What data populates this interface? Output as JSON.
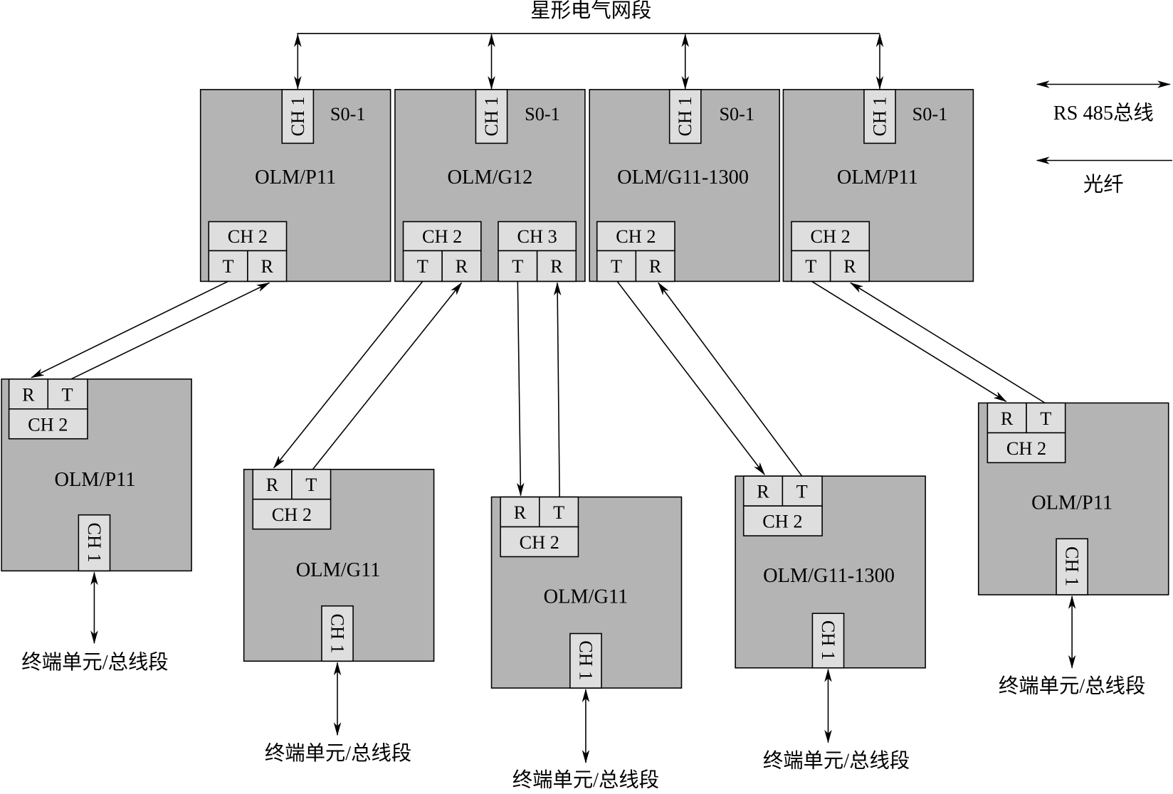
{
  "title": "星形电气网段",
  "legend": {
    "rs485_label": "RS 485总线",
    "fiber_label": "光纤"
  },
  "top_modules": [
    {
      "name": "OLM/P11",
      "ch1": "CH 1",
      "s0": "S0-1",
      "ports": [
        {
          "label": "CH 2",
          "t": "T",
          "r": "R"
        }
      ]
    },
    {
      "name": "OLM/G12",
      "ch1": "CH 1",
      "s0": "S0-1",
      "ports": [
        {
          "label": "CH 2",
          "t": "T",
          "r": "R"
        },
        {
          "label": "CH 3",
          "t": "T",
          "r": "R"
        }
      ]
    },
    {
      "name": "OLM/G11-1300",
      "ch1": "CH 1",
      "s0": "S0-1",
      "ports": [
        {
          "label": "CH 2",
          "t": "T",
          "r": "R"
        }
      ]
    },
    {
      "name": "OLM/P11",
      "ch1": "CH 1",
      "s0": "S0-1",
      "ports": [
        {
          "label": "CH 2",
          "t": "T",
          "r": "R"
        }
      ]
    }
  ],
  "bottom_modules": [
    {
      "name": "OLM/P11",
      "port": {
        "label": "CH 2",
        "r": "R",
        "t": "T"
      },
      "ch1": "CH 1",
      "terminal": "终端单元/总线段"
    },
    {
      "name": "OLM/G11",
      "port": {
        "label": "CH 2",
        "r": "R",
        "t": "T"
      },
      "ch1": "CH 1",
      "terminal": "终端单元/总线段"
    },
    {
      "name": "OLM/G11",
      "port": {
        "label": "CH 2",
        "r": "R",
        "t": "T"
      },
      "ch1": "CH 1",
      "terminal": "终端单元/总线段"
    },
    {
      "name": "OLM/G11-1300",
      "port": {
        "label": "CH 2",
        "r": "R",
        "t": "T"
      },
      "ch1": "CH 1",
      "terminal": "终端单元/总线段"
    },
    {
      "name": "OLM/P11",
      "port": {
        "label": "CH 2",
        "r": "R",
        "t": "T"
      },
      "ch1": "CH 1",
      "terminal": "终端单元/总线段"
    }
  ],
  "colors": {
    "module_fill": "#b4b4b4",
    "port_fill": "#dedede",
    "stroke": "#000000"
  }
}
